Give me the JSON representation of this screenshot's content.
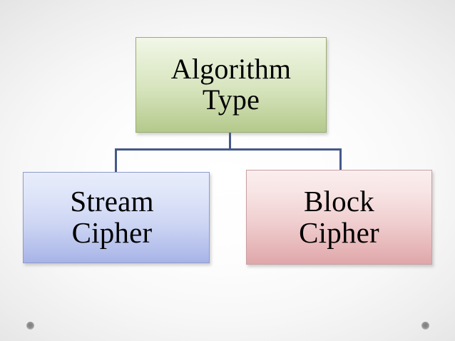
{
  "slide": {
    "background_center_color": "#fdfdfd",
    "background_edge_color": "#e2e2e2",
    "connector_color": "#46588a"
  },
  "diagram": {
    "type": "hierarchy",
    "root": {
      "label": "Algorithm\nType",
      "line1": "Algorithm",
      "line2": "Type",
      "fill_top": "#f2f7e7",
      "fill_bottom": "#b4c98c",
      "border_color": "#9aad72"
    },
    "children": [
      {
        "label": "Stream\nCipher",
        "line1": "Stream",
        "line2": "Cipher",
        "fill_top": "#e8ecfb",
        "fill_bottom": "#a7b3e6",
        "border_color": "#8f9dc9"
      },
      {
        "label": "Block\nCipher",
        "line1": "Block",
        "line2": "Cipher",
        "fill_top": "#fbeeee",
        "fill_bottom": "#dfa7aa",
        "border_color": "#c9a0a3"
      }
    ]
  },
  "decorations": {
    "dot_color": "#8e8e8e",
    "dot_left_name": "bottom-left-dot",
    "dot_right_name": "bottom-right-dot"
  }
}
